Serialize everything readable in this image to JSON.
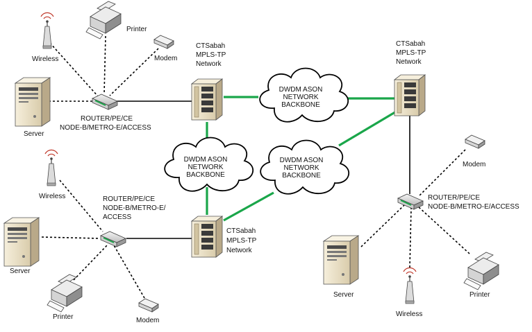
{
  "colors": {
    "backbone_link": "#1aa64a",
    "access_link": "#000000",
    "device_body": "#efe6cf",
    "device_shadow": "#b9a989",
    "cloud_fill": "#ffffff"
  },
  "labels": {
    "printer_tl": "Printer",
    "wireless_tl": "Wireless",
    "modem_tl": "Modem",
    "server_tl": "Server",
    "router_tl_1": "ROUTER/PE/CE",
    "router_tl_2": "NODE-B/METRO-E/ACCESS",
    "mpls_tl_1": "CTSabah",
    "mpls_tl_2": "MPLS-TP",
    "mpls_tl_3": "Network",
    "cloud_top_1": "DWDM ASON",
    "cloud_top_2": "NETWORK",
    "cloud_top_3": "BACKBONE",
    "mpls_tr_1": "CTSabah",
    "mpls_tr_2": "MPLS-TP",
    "mpls_tr_3": "Network",
    "cloud_left_1": "DWDM ASON",
    "cloud_left_2": "NETWORK",
    "cloud_left_3": "BACKBONE",
    "cloud_mid_1": "DWDM ASON",
    "cloud_mid_2": "NETWORK",
    "cloud_mid_3": "BACKBONE",
    "wireless_bl": "Wireless",
    "server_bl": "Server",
    "router_bl_1": "ROUTER/PE/CE",
    "router_bl_2": "NODE-B/METRO-E/",
    "router_bl_3": "ACCESS",
    "mpls_bl_1": "CTSabah",
    "mpls_bl_2": "MPLS-TP",
    "mpls_bl_3": "Network",
    "printer_bl": "Printer",
    "modem_bl": "Modem",
    "modem_r": "Modem",
    "router_r_1": "ROUTER/PE/CE",
    "router_r_2": "NODE-B/METRO-E/ACCESS",
    "server_r": "Server",
    "wireless_r": "Wireless",
    "printer_r": "Printer"
  }
}
